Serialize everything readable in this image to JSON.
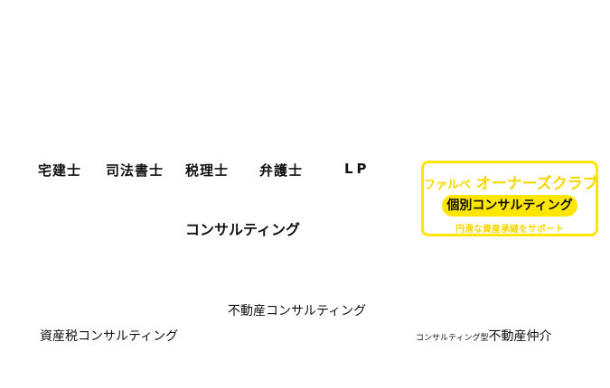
{
  "nav": {
    "items": [
      "宅建士",
      "司法書士",
      "税理士",
      "弁護士",
      "LP"
    ]
  },
  "sections": {
    "consulting": "コンサルティング",
    "real_estate_consulting": "不動産コンサルティング",
    "asset_tax_consulting": "資産税コンサルティング",
    "brokerage_prefix": "コンサルティング型",
    "brokerage_main": "不動産仲介"
  },
  "badge": {
    "brand": "ファルベ",
    "club": "オーナーズクラブ",
    "pill": "個別コンサルティング",
    "tagline": "円滑な資産承継をサポート",
    "accent_color": "#ffe600"
  }
}
